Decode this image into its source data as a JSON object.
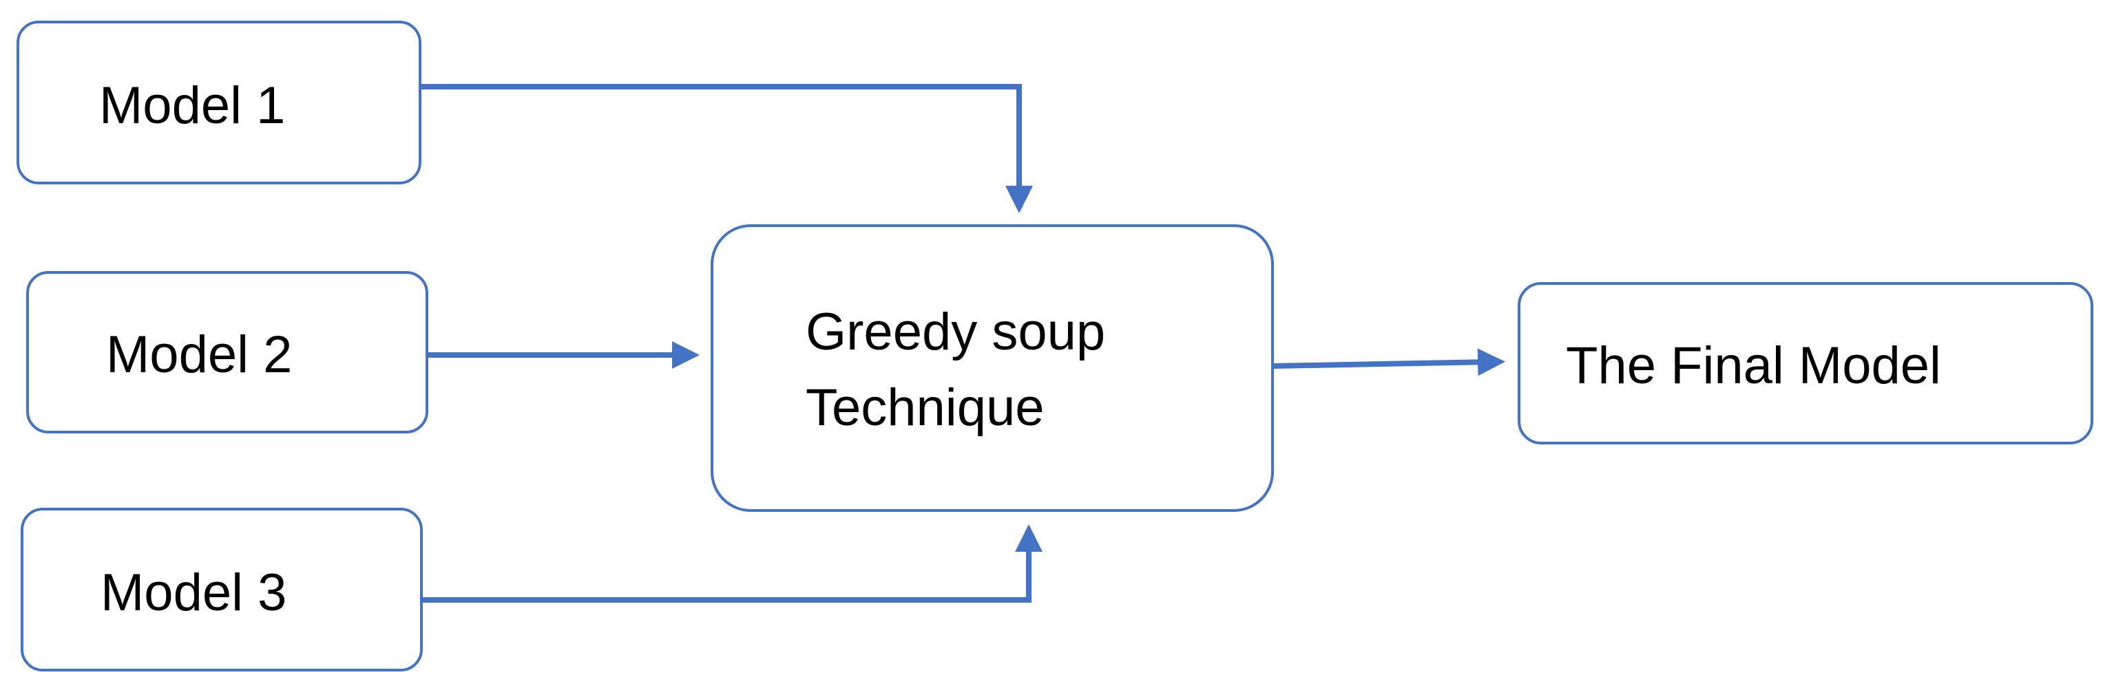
{
  "nodes": {
    "model1": "Model 1",
    "model2": "Model 2",
    "model3": "Model 3",
    "center": "Greedy soup Technique",
    "final": "The Final Model"
  },
  "colors": {
    "stroke": "#4472c4",
    "text": "#000000",
    "background": "#ffffff"
  }
}
